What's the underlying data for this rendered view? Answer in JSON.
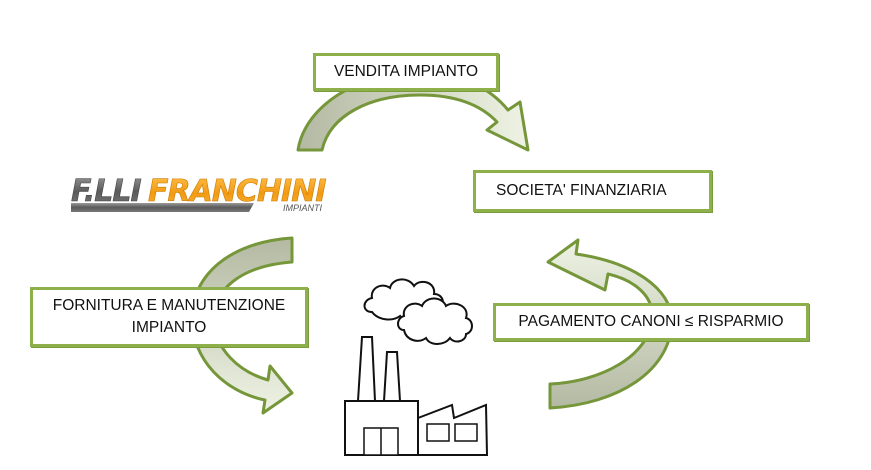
{
  "diagram": {
    "logo": {
      "prefix": "F.LLI",
      "name": "FRANCHINI",
      "subtitle": "IMPIANTI"
    },
    "nodes": {
      "vendita": "VENDITA IMPIANTO",
      "societa": "SOCIETA' FINANZIARIA",
      "fornitura_line1": "FORNITURA E MANUTENZIONE",
      "fornitura_line2": "IMPIANTO",
      "pagamento": "PAGAMENTO CANONI ≤ RISPARMIO"
    },
    "colors": {
      "box_border": "#8db04a",
      "arrow_outline": "#76963a",
      "arrow_dark_fill": "#b8bea8",
      "arrow_light_fill": "#e8eedc",
      "logo_gray": "#6b6b6b",
      "logo_orange": "#f5a623"
    },
    "icons": [
      "factory-icon",
      "smoke-cloud-icon"
    ]
  }
}
